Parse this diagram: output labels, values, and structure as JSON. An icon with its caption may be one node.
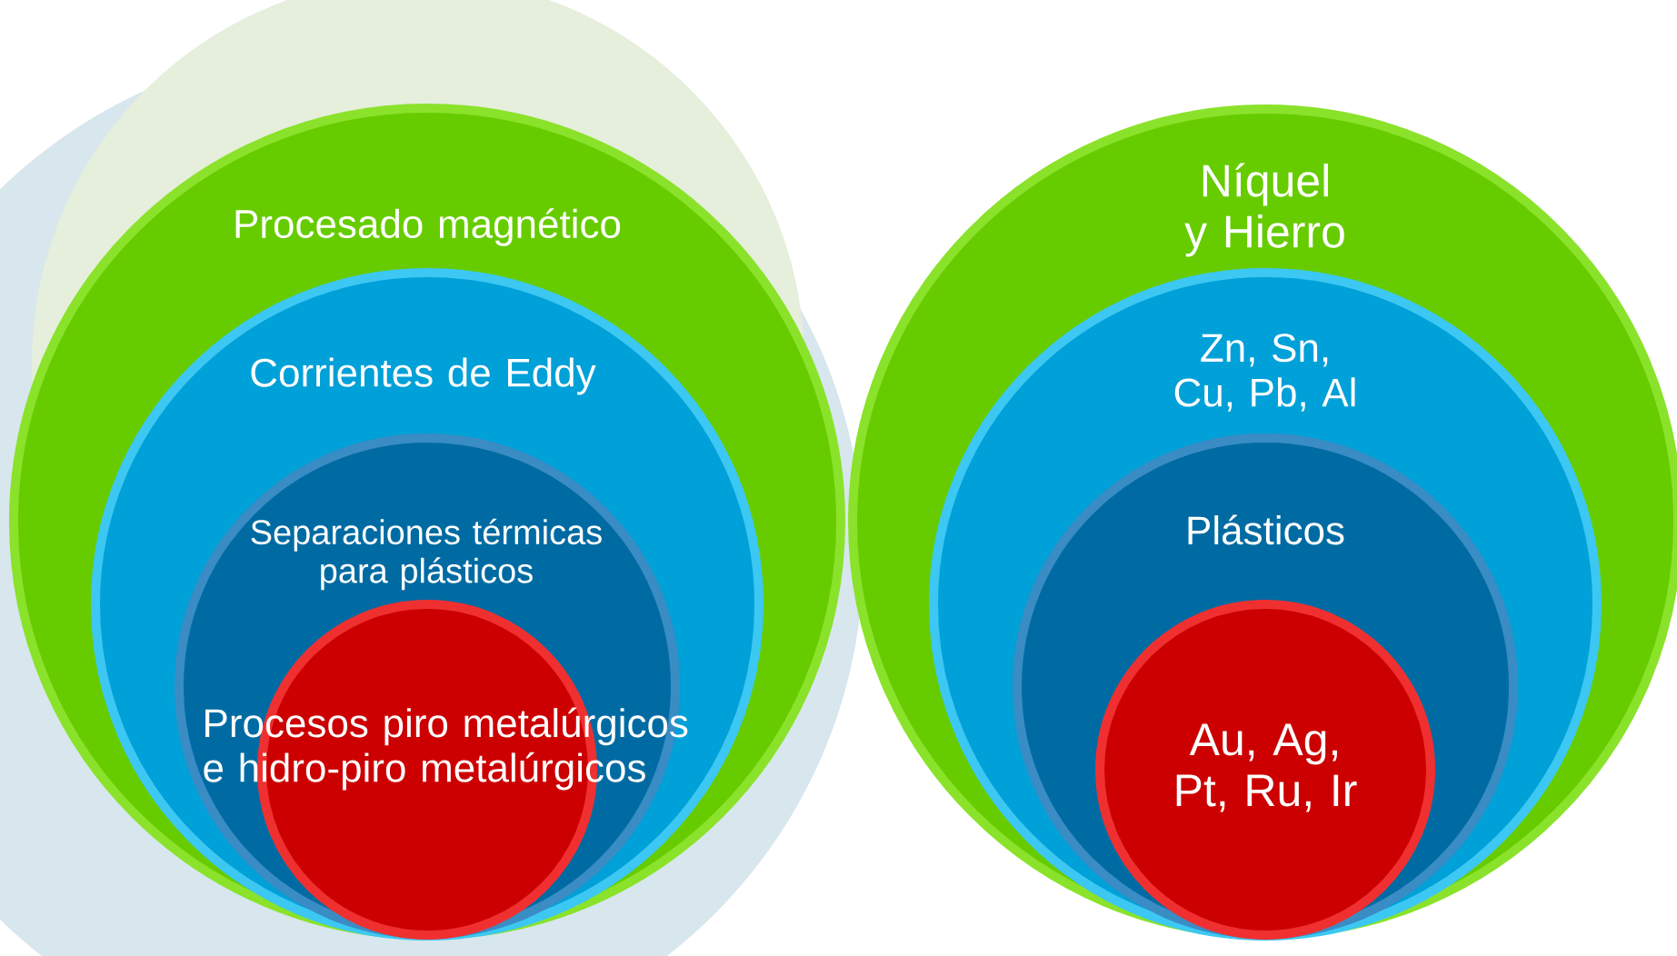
{
  "diagram": {
    "nodes": [
      {
        "text": [
          "Procesado magnético"
        ]
      },
      {
        "text": [
          "Corrientes de Eddy"
        ],
        "in": 0
      },
      {
        "text": [
          "Separaciones térmicas para plásticos"
        ],
        "in": 1
      },
      {
        "text": [
          "Procesos piro metalúrgicos e hidro-piro metalúrgicos"
        ],
        "in": 2
      },
      {
        "text": [
          "Níquel y Hierro"
        ]
      },
      {
        "text": [
          "Zn, Sn, Cu, Pb, Al"
        ],
        "in": 4
      },
      {
        "text": [
          "Plásticos"
        ],
        "in": 5
      },
      {
        "text": [
          "Au, Ag, Pt, Ru, Ir"
        ],
        "in": 6
      }
    ]
  }
}
